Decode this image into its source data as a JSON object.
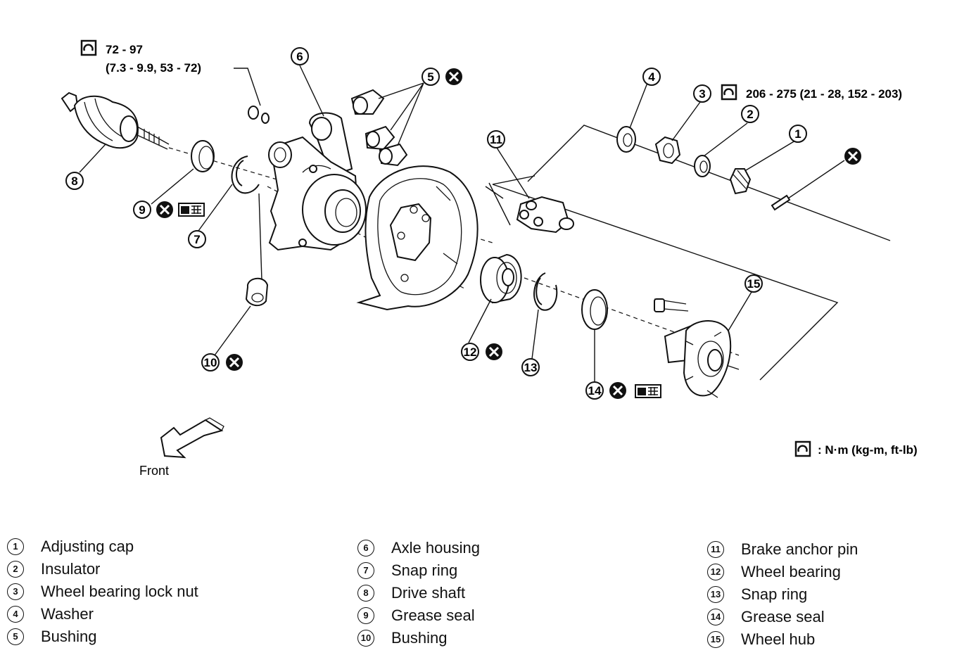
{
  "torque_specs": {
    "drive_shaft_nut": {
      "line1": "72 - 97",
      "line2": "(7.3 - 9.9, 53 - 72)"
    },
    "lock_nut": "206 - 275 (21 - 28, 152 - 203)",
    "unit_legend": ": N·m (kg-m, ft-lb)"
  },
  "front_label": "Front",
  "callouts": {
    "c1": "1",
    "c2": "2",
    "c3": "3",
    "c4": "4",
    "c5": "5",
    "c6": "6",
    "c7": "7",
    "c8": "8",
    "c9": "9",
    "c10": "10",
    "c11": "11",
    "c12": "12",
    "c13": "13",
    "c14": "14",
    "c15": "15"
  },
  "legend": [
    {
      "num": "1",
      "label": "Adjusting cap"
    },
    {
      "num": "2",
      "label": "Insulator"
    },
    {
      "num": "3",
      "label": "Wheel bearing lock nut"
    },
    {
      "num": "4",
      "label": "Washer"
    },
    {
      "num": "5",
      "label": "Bushing"
    },
    {
      "num": "6",
      "label": "Axle housing"
    },
    {
      "num": "7",
      "label": "Snap ring"
    },
    {
      "num": "8",
      "label": "Drive shaft"
    },
    {
      "num": "9",
      "label": "Grease seal"
    },
    {
      "num": "10",
      "label": "Bushing"
    },
    {
      "num": "11",
      "label": "Brake anchor pin"
    },
    {
      "num": "12",
      "label": "Wheel bearing"
    },
    {
      "num": "13",
      "label": "Snap ring"
    },
    {
      "num": "14",
      "label": "Grease seal"
    },
    {
      "num": "15",
      "label": "Wheel hub"
    }
  ]
}
